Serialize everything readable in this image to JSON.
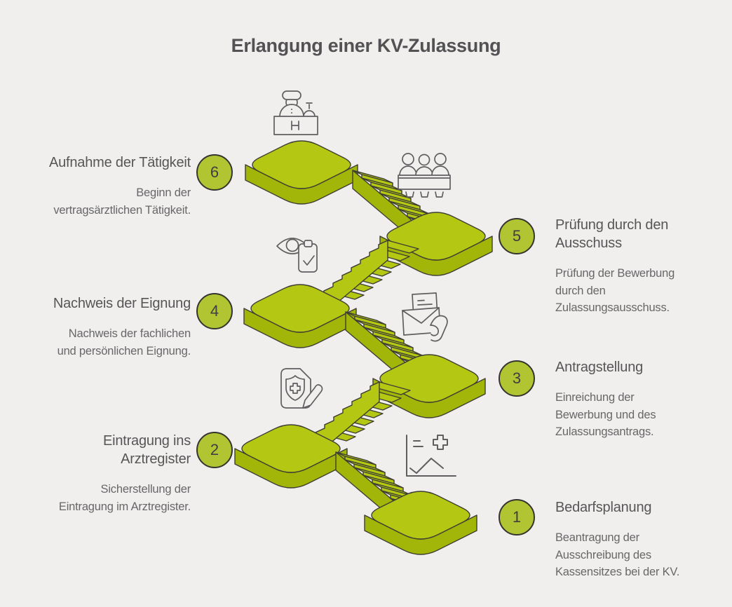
{
  "title": "Erlangung einer KV-Zulassung",
  "colors": {
    "background": "#f0efed",
    "accent": "#b3c713",
    "accent_dark": "#a2b509",
    "outline": "#3e3e33",
    "circle_fill": "#b1c533",
    "circle_border": "#35352f",
    "heading_text": "#565658",
    "body_text": "#67676a",
    "icon_stroke": "#5f5f61"
  },
  "steps": [
    {
      "number": "1",
      "title": "Bedarfsplanung",
      "description": "Beantragung der\nAusschreibung des\nKassensitzes bei der KV.",
      "side": "right",
      "icon": "chart-plus-icon"
    },
    {
      "number": "2",
      "title": "Eintragung ins\nArztregister",
      "description": "Sicherstellung der\nEintragung im Arztregister.",
      "side": "left",
      "icon": "document-pencil-icon"
    },
    {
      "number": "3",
      "title": "Antragstellung",
      "description": "Einreichung der\nBewerbung und des\nZulassungsantrags.",
      "side": "right",
      "icon": "mail-hand-icon"
    },
    {
      "number": "4",
      "title": "Nachweis der Eignung",
      "description": "Nachweis der fachlichen\nund persönlichen Eignung.",
      "side": "left",
      "icon": "review-icon"
    },
    {
      "number": "5",
      "title": "Prüfung durch den\nAusschuss",
      "description": "Prüfung der Bewerbung\ndurch den\nZulassungsausschuss.",
      "side": "right",
      "icon": "committee-icon"
    },
    {
      "number": "6",
      "title": "Aufnahme der Tätigkeit",
      "description": "Beginn der\nvertragsärztlichen Tätigkeit.",
      "side": "left",
      "icon": "reception-icon"
    }
  ]
}
